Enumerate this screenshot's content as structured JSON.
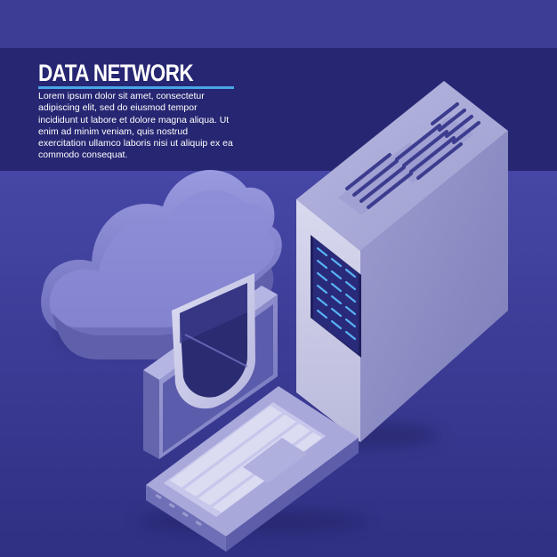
{
  "header": {
    "title": "DATA NETWORK",
    "body_lines": [
      "Lorem ipsum dolor sit amet, consectetur",
      "adipiscing elit, sed do eiusmod tempor",
      "incididunt ut labore et dolore magna aliqua. Ut",
      "enim ad minim veniam, quis nostrud",
      "exercitation ullamco laboris nisi ut aliquip ex ea",
      "commodo consequat."
    ]
  },
  "colors": {
    "top_band": "#3d3d95",
    "header_band": "#262673",
    "background": "#4646a6",
    "accent_line": "#4aa6e6",
    "title": "#ffffff",
    "server_front": "#c7c7e4",
    "server_side": "#8d8dc0",
    "server_top": "#a9a9d6",
    "server_led": "#56b2f3",
    "cloud": "#7f7fc7",
    "shield_light": "#c8c8e6",
    "shield_dark": "#2b2b72",
    "laptop": "#8b8bcb",
    "keyboard_key": "#d8d8ee"
  },
  "illustration": {
    "icons": [
      "server-tower-icon",
      "cloud-icon",
      "laptop-icon",
      "shield-icon"
    ]
  }
}
